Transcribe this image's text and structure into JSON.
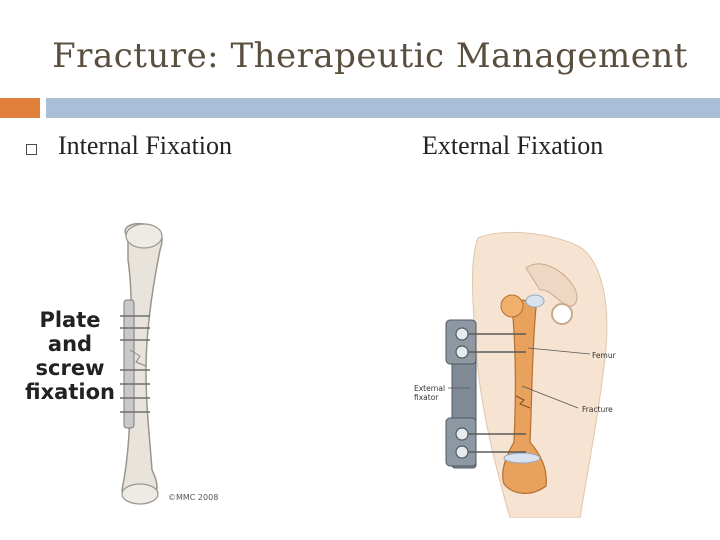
{
  "slide": {
    "title": "Fracture: Therapeutic Management",
    "bullet_text": "Internal Fixation",
    "right_heading": "External Fixation"
  },
  "left_figure": {
    "label_line1": "Plate",
    "label_line2": "and",
    "label_line3": "screw",
    "label_line4": "fixation",
    "credit": "©MMC 2008"
  },
  "right_figure": {
    "femur_label": "Femur",
    "fixator_label_line1": "External",
    "fixator_label_line2": "fixator",
    "fracture_label": "Fracture"
  },
  "colors": {
    "accent_orange": "#e0803b",
    "accent_blue": "#a9bfd8",
    "title_color": "#5a4f3f"
  }
}
